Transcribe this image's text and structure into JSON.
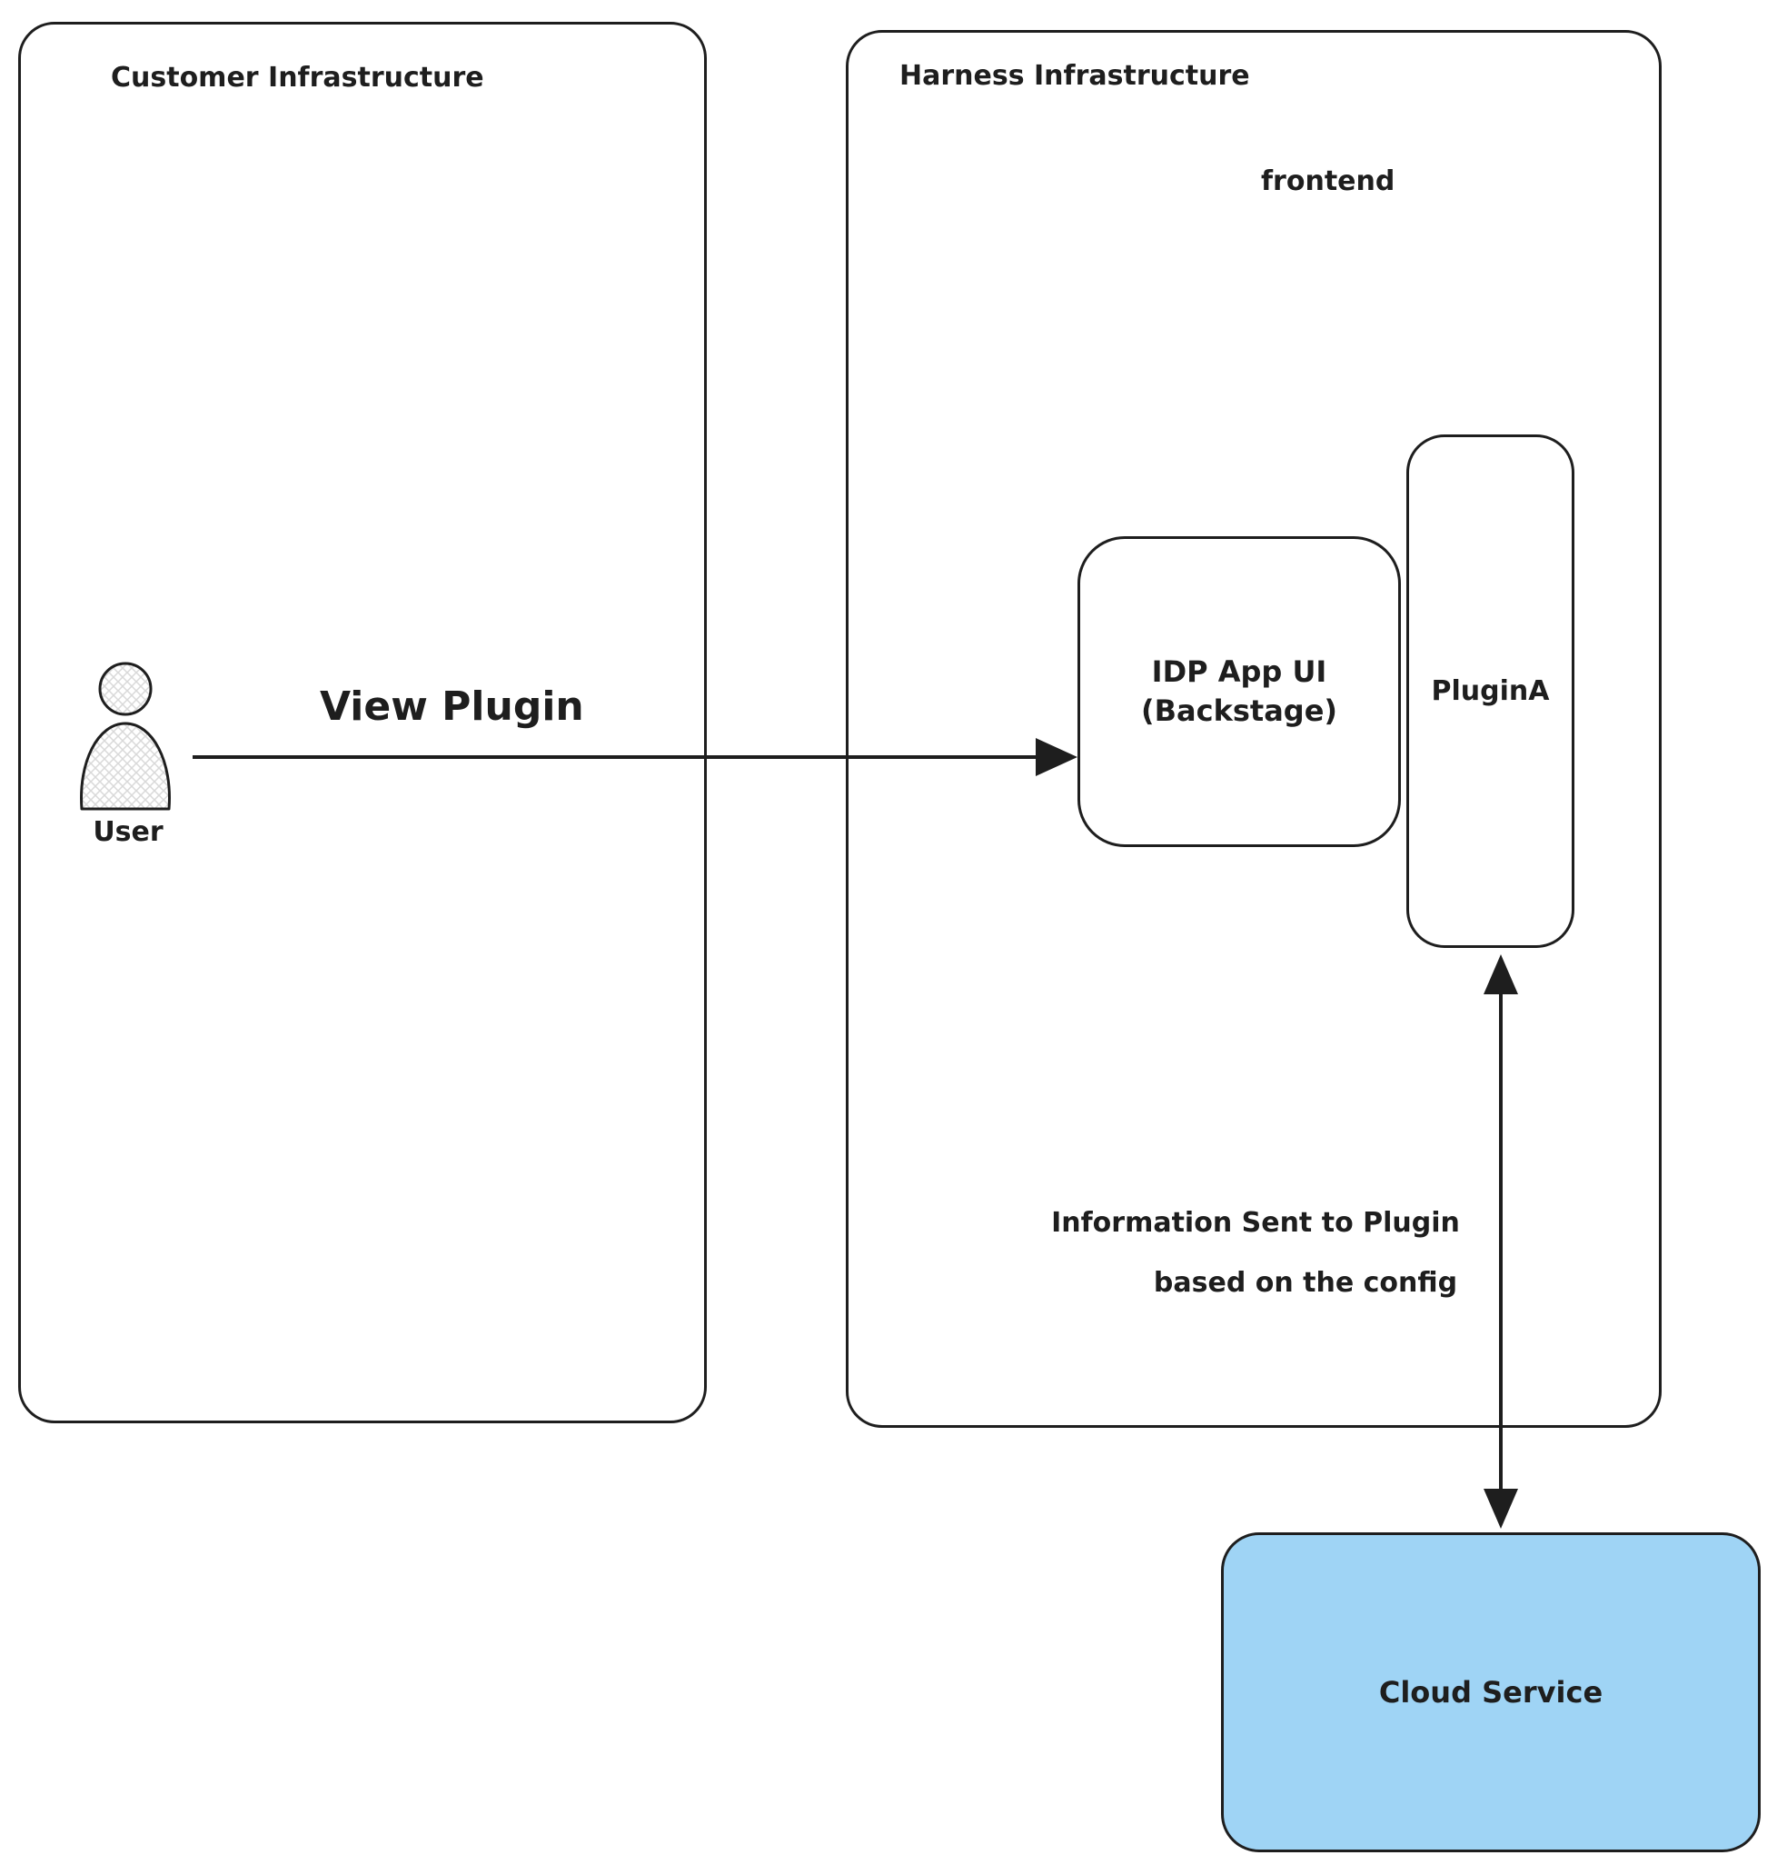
{
  "diagram": {
    "customer_box": {
      "label": "Customer Infrastructure"
    },
    "harness_box": {
      "label": "Harness Infrastructure",
      "sublabel": "frontend"
    },
    "user": {
      "label": "User"
    },
    "idp_box": {
      "line1": "IDP App UI",
      "line2": "(Backstage)"
    },
    "plugin_box": {
      "label": "PluginA"
    },
    "cloud_box": {
      "label": "Cloud Service"
    },
    "arrows": {
      "view_plugin": {
        "label": "View Plugin"
      },
      "info": {
        "line1": "Information Sent to Plugin",
        "line2": "based on the config"
      }
    },
    "colors": {
      "stroke": "#1e1e1e",
      "background": "#ffffff",
      "cloud_fill": "#9fd4f5"
    }
  }
}
